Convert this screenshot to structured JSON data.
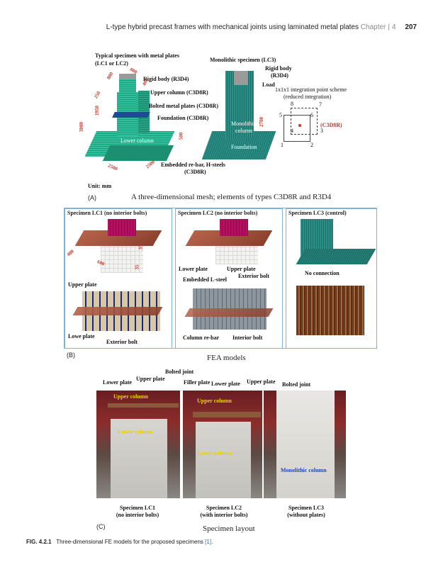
{
  "header": {
    "title": "L-type hybrid precast frames with mechanical joints using laminated metal plates",
    "chapter_label": "Chapter",
    "chapter_num": "4",
    "page": "207"
  },
  "panel_a": {
    "letter": "(A)",
    "title": "A three-dimensional mesh; elements of types C3D8R and R3D4",
    "left_title": "Typical specimen with metal plates",
    "left_subtitle": "(LC1 or LC2)",
    "rigid_body": "Rigid body (R3D4)",
    "upper_column": "Upper column (C3D8R)",
    "bolted_plates": "Bolted metal plates (C3D8R)",
    "foundation": "Foundation (C3D8R)",
    "lower_column": "Lower column",
    "embedded": "Embedded re-bar, H-steels",
    "embedded_type": "(C3D8R)",
    "unit": "Unit: mm",
    "dims": [
      "800",
      "800",
      "400",
      "250",
      "1950",
      "3000",
      "500",
      "2500",
      "2500"
    ],
    "mono_title": "Monolithic specimen (LC3)",
    "mono_rigid": "Rigid body",
    "mono_rigid_type": "(R3D4)",
    "load": "Load",
    "mono_column": "Monolithic",
    "mono_column2": "column",
    "mono_foundation": "Foundation",
    "mono_dim": "2700",
    "integration": "1x1x1 integration point scheme",
    "integration2": "(reduced integration)",
    "cube_type": "(C3D8R)",
    "nodes": [
      "8",
      "7",
      "5",
      "6",
      "4",
      "3",
      "1",
      "2"
    ]
  },
  "panel_b": {
    "letter": "(B)",
    "title": "FEA models",
    "lc1_head": "Specimen LC1 (no interior bolts)",
    "lc2_head": "Specimen LC2 (no interior bolts)",
    "lc3_head": "Specimen LC3 (control)",
    "lc1_dims": [
      "400",
      "35",
      "600",
      "35"
    ],
    "upper_plate": "Upper plate",
    "lowe_plate": "Lowe plate",
    "exterior_bolt": "Exterior bolt",
    "lower_plate": "Lower plate",
    "upper_plate2": "Upper plate",
    "embedded_lsteel": "Embedded L-steel",
    "exterior_bolt2": "Exterior bolt",
    "column_rebar": "Column re-bar",
    "interior_bolt": "Interior bolt",
    "no_connection": "No connection"
  },
  "panel_c": {
    "letter": "(C)",
    "title": "Specimen layout",
    "bolted_joint": "Bolted joint",
    "upper_plate": "Upper plate",
    "lower_plate": "Lower plate",
    "filler_plate": "Filler plate",
    "lower_plate2": "Lower plate",
    "upper_plate2": "Upper plate",
    "bolted_joint2": "Bolted joint",
    "upper_column": "Upper column",
    "lower_column": "Lower column",
    "upper_column2": "Upper column",
    "lower_column2": "Lower column",
    "monolithic_column": "Monolithic column",
    "cap1a": "Specimen LC1",
    "cap1b": "(no interior bolts)",
    "cap2a": "Specimen LC2",
    "cap2b": "(with interior bolts)",
    "cap3a": "Specimen LC3",
    "cap3b": "(without plates)"
  },
  "caption": {
    "label": "FIG. 4.2.1",
    "text": "Three-dimensional FE models for the proposed specimens",
    "ref": "[1]",
    "end": "."
  }
}
